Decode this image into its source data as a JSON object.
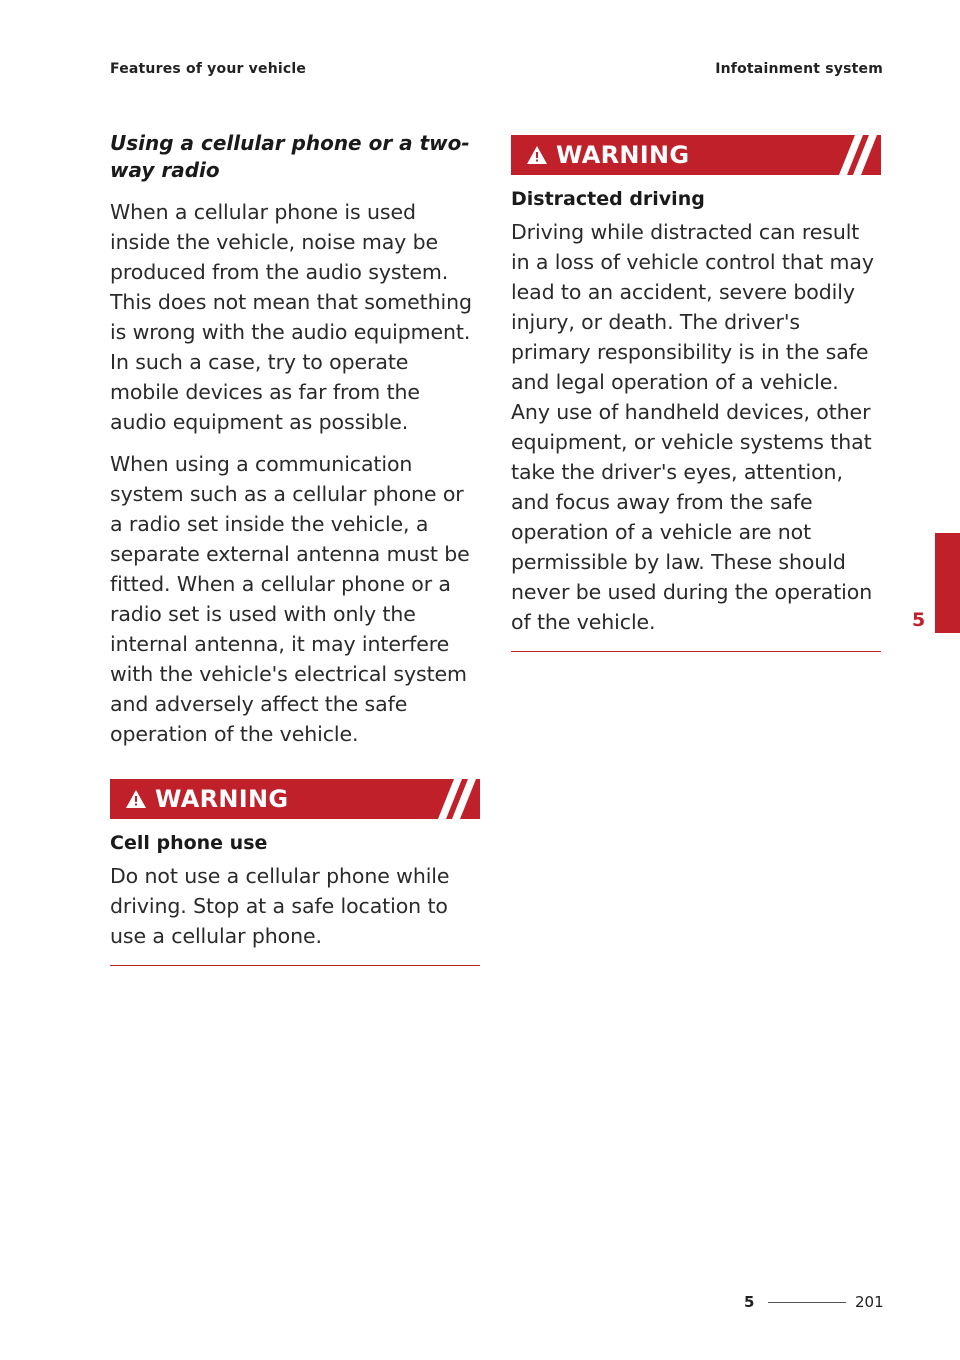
{
  "header": {
    "left": "Features of your vehicle",
    "right": "Infotainment system"
  },
  "left_column": {
    "section_title": "Using a cellular phone or a two-way radio",
    "paragraph1": "When a cellular phone is used inside the vehicle, noise may be produced from the audio system. This does not mean that something is wrong with the audio equipment. In such a case, try to operate mobile devices as far from the audio equipment as possible.",
    "paragraph2": "When using a communication system such as a cellular phone or a radio set inside the vehicle, a separate external antenna must be fitted. When a cellular phone or a radio set is used with only the internal antenna, it may interfere with the vehicle's electrical system and adversely affect the safe operation of the vehicle.",
    "warning": {
      "label": "WARNING",
      "subtitle": "Cell phone use",
      "text": "Do not use a cellular phone while driving. Stop at a safe location to use a cellular phone."
    }
  },
  "right_column": {
    "warning": {
      "label": "WARNING",
      "subtitle": "Distracted driving",
      "text": "Driving while distracted can result in a loss of vehicle control that may lead to an accident, severe bodily injury, or death. The driver's primary responsibility is in the safe and legal operation of a vehicle. Any use of handheld devices, other equipment, or vehicle systems that take the driver's eyes, attention, and focus away from the safe operation of a vehicle are not permissible by law. These should never be used during the operation of the vehicle."
    }
  },
  "side_tab": {
    "chapter": "5"
  },
  "footer": {
    "chapter": "5",
    "page": "201"
  },
  "colors": {
    "accent": "#c0202a",
    "text": "#2a2a2a"
  },
  "icons": {
    "warning": "warning-triangle-icon",
    "stripes": "diagonal-stripes-icon"
  }
}
